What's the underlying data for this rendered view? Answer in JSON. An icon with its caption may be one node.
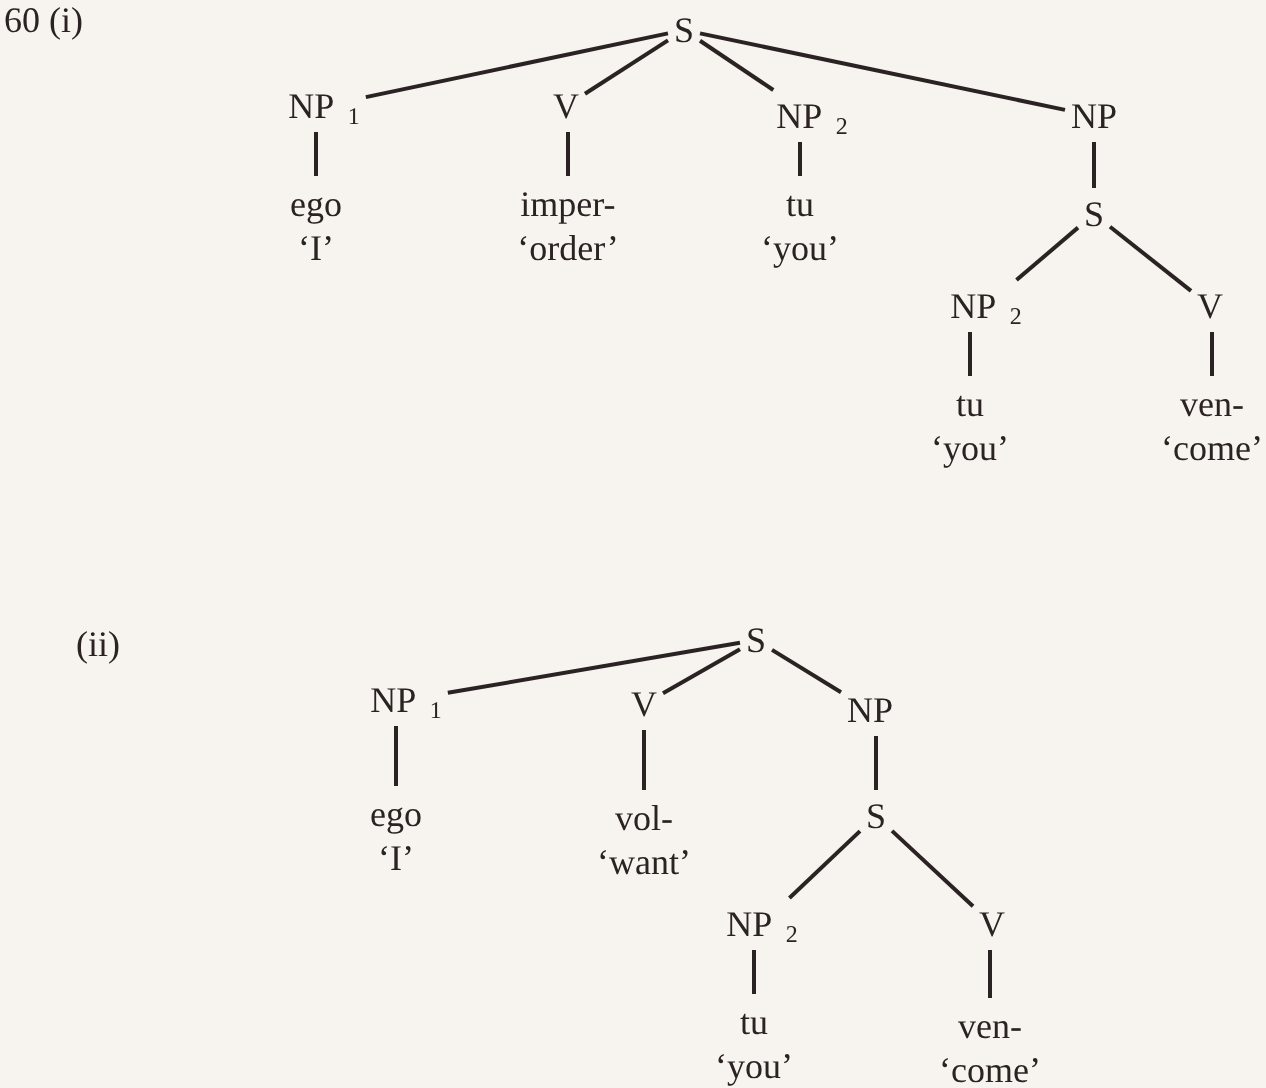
{
  "diagram": {
    "nodes": [
      {
        "text": [
          "S"
        ]
      },
      {
        "text": [
          "NP $_{1}$"
        ]
      },
      {
        "text": [
          "V"
        ]
      },
      {
        "text": [
          "NP $_{2}$"
        ]
      },
      {
        "text": [
          "NP"
        ]
      },
      {
        "text": [
          "ego",
          "‘I’"
        ]
      },
      {
        "text": [
          "imper-",
          "‘order’"
        ]
      },
      {
        "text": [
          "tu",
          "‘you’"
        ]
      },
      {
        "text": [
          "S"
        ]
      },
      {
        "text": [
          "NP $_{2}$"
        ]
      },
      {
        "text": [
          "V"
        ]
      },
      {
        "text": [
          "tu",
          "‘you’"
        ]
      },
      {
        "text": [
          "ven-",
          "‘come’"
        ]
      },
      {
        "text": [
          "S"
        ]
      },
      {
        "text": [
          "NP $_{1}$"
        ]
      },
      {
        "text": [
          "V"
        ]
      },
      {
        "text": [
          "NP"
        ]
      },
      {
        "text": [
          "ego",
          "‘I’"
        ]
      },
      {
        "text": [
          "vol-",
          "‘want’"
        ]
      },
      {
        "text": [
          "S"
        ]
      },
      {
        "text": [
          "NP $_{2}$"
        ]
      },
      {
        "text": [
          "V"
        ]
      },
      {
        "text": [
          "tu",
          "‘you’"
        ]
      },
      {
        "text": [
          "ven-",
          "‘come’"
        ]
      }
    ],
    "edges": [
      {
        "from": 0,
        "to": 1,
        "arrow": "none"
      },
      {
        "from": 0,
        "to": 2,
        "arrow": "none"
      },
      {
        "from": 0,
        "to": 3,
        "arrow": "none"
      },
      {
        "from": 0,
        "to": 4,
        "arrow": "none"
      },
      {
        "from": 1,
        "to": 5,
        "arrow": "none"
      },
      {
        "from": 2,
        "to": 6,
        "arrow": "none"
      },
      {
        "from": 3,
        "to": 7,
        "arrow": "none"
      },
      {
        "from": 4,
        "to": 8,
        "arrow": "none"
      },
      {
        "from": 8,
        "to": 9,
        "arrow": "none"
      },
      {
        "from": 8,
        "to": 10,
        "arrow": "none"
      },
      {
        "from": 9,
        "to": 11,
        "arrow": "none"
      },
      {
        "from": 10,
        "to": 12,
        "arrow": "none"
      },
      {
        "from": 13,
        "to": 14,
        "arrow": "none"
      },
      {
        "from": 13,
        "to": 15,
        "arrow": "none"
      },
      {
        "from": 13,
        "to": 16,
        "arrow": "none"
      },
      {
        "from": 14,
        "to": 17,
        "arrow": "none"
      },
      {
        "from": 15,
        "to": 18,
        "arrow": "none"
      },
      {
        "from": 16,
        "to": 19,
        "arrow": "none"
      },
      {
        "from": 19,
        "to": 20,
        "arrow": "none"
      },
      {
        "from": 19,
        "to": 21,
        "arrow": "none"
      },
      {
        "from": 20,
        "to": 22,
        "arrow": "none"
      },
      {
        "from": 21,
        "to": 23,
        "arrow": "none"
      }
    ],
    "labels": [
      "60 (i)",
      "(ii)"
    ]
  }
}
